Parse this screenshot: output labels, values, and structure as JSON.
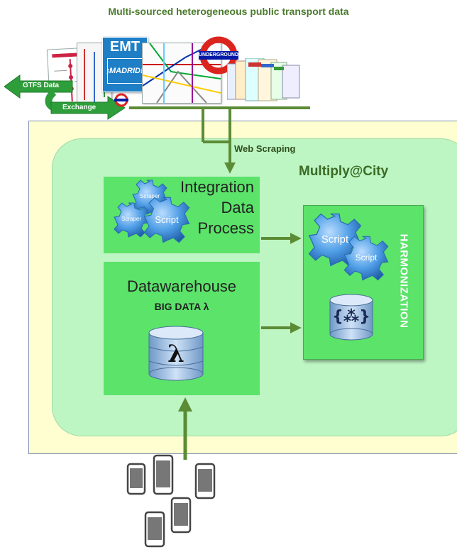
{
  "title": "Multi-sourced heterogeneous public transport data",
  "sources": {
    "emt_line1": "EMT",
    "emt_line2": "¡MADRID!",
    "underground_label": "UNDERGROUND",
    "gtfs_line1": "GTFS Data",
    "gtfs_line2": "Exchange"
  },
  "web_scraping_label": "Web Scraping",
  "platform_label": "Multiply@City",
  "integration": {
    "line1": "Integration",
    "line2": "Data",
    "line3": "Process",
    "gear_labels": [
      "Scraper",
      "Scraper",
      "Script"
    ]
  },
  "datawarehouse": {
    "title": "Datawarehouse",
    "subtitle": "BIG DATA λ",
    "symbol": "λ"
  },
  "harmonization": {
    "label": "HARMONIZATION",
    "gear_labels": [
      "Script",
      "Script"
    ],
    "db_symbol": "{⁂}"
  },
  "colors": {
    "title_green": "#4a7a2c",
    "arrow_green": "#5b8c35",
    "outer_bg": "#fefed0",
    "inner_bg": "#bdf5c3",
    "box_green": "#5be36a",
    "gear_blue": "#3f8fdc"
  },
  "icons": {
    "gear": "gear-icon",
    "database": "database-icon",
    "smartphone": "smartphone-icon"
  }
}
